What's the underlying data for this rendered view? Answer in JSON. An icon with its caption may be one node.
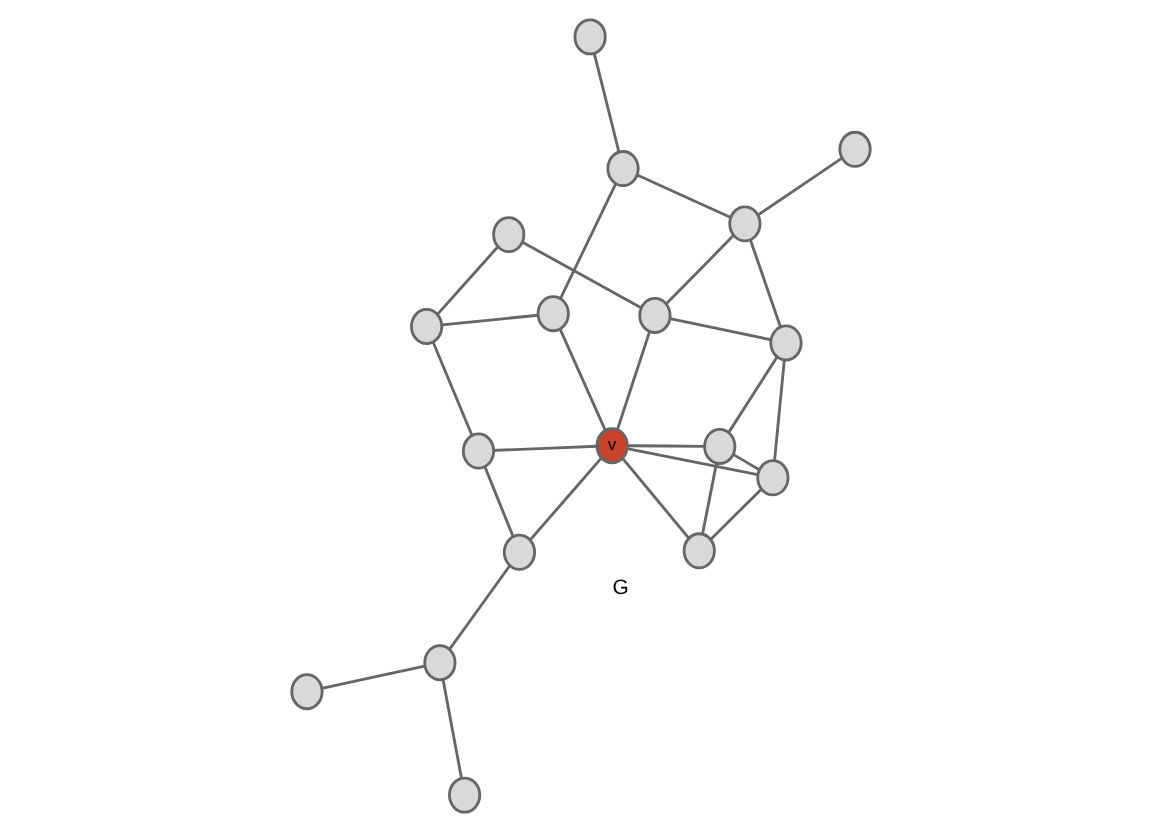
{
  "diagram": {
    "nodes": [
      {
        "text": [],
        "shape": "circle"
      },
      {
        "text": [],
        "shape": "circle"
      },
      {
        "text": [],
        "shape": "circle"
      },
      {
        "text": [],
        "shape": "circle"
      },
      {
        "text": [],
        "shape": "circle"
      },
      {
        "text": [],
        "shape": "circle"
      },
      {
        "text": [],
        "shape": "circle"
      },
      {
        "text": [],
        "shape": "circle"
      },
      {
        "text": [],
        "shape": "circle"
      },
      {
        "text": [],
        "shape": "circle"
      },
      {
        "text": [
          "v"
        ]
      },
      {
        "text": [],
        "shape": "circle"
      },
      {
        "text": [],
        "shape": "circle"
      },
      {
        "text": [],
        "shape": "circle"
      },
      {
        "text": [],
        "shape": "circle"
      },
      {
        "text": [],
        "shape": "circle"
      },
      {
        "text": [],
        "shape": "circle"
      },
      {
        "text": [],
        "shape": "circle"
      }
    ],
    "edges": [
      {
        "from": 2,
        "to": 1,
        "arrow": "none"
      },
      {
        "from": 2,
        "to": 8,
        "arrow": "none"
      },
      {
        "from": 2,
        "to": 10,
        "arrow": "none"
      },
      {
        "from": 1,
        "to": 6,
        "arrow": "none"
      },
      {
        "from": 1,
        "to": 3,
        "arrow": "none"
      },
      {
        "from": 3,
        "to": 10,
        "arrow": "none"
      },
      {
        "from": 3,
        "to": 11,
        "arrow": "none"
      },
      {
        "from": 0,
        "to": 4,
        "arrow": "none"
      },
      {
        "from": 4,
        "to": 7,
        "arrow": "none"
      },
      {
        "from": 4,
        "to": 11,
        "arrow": "none"
      },
      {
        "from": 5,
        "to": 8,
        "arrow": "none"
      },
      {
        "from": 8,
        "to": 12,
        "arrow": "none"
      },
      {
        "from": 6,
        "to": 9,
        "arrow": "none"
      },
      {
        "from": 9,
        "to": 10,
        "arrow": "none"
      },
      {
        "from": 10,
        "to": 11,
        "arrow": "none"
      },
      {
        "from": 9,
        "to": 12,
        "arrow": "none"
      },
      {
        "from": 9,
        "to": 16,
        "arrow": "none"
      },
      {
        "from": 12,
        "to": 14,
        "arrow": "none"
      },
      {
        "from": 12,
        "to": 16,
        "arrow": "none"
      },
      {
        "from": 10,
        "to": 13,
        "arrow": "none"
      },
      {
        "from": 10,
        "to": 17,
        "arrow": "none"
      },
      {
        "from": 10,
        "to": 15,
        "arrow": "none"
      },
      {
        "from": 13,
        "to": 16,
        "arrow": "none"
      },
      {
        "from": 13,
        "to": 15,
        "arrow": "none"
      },
      {
        "from": 13,
        "to": 17,
        "arrow": "none"
      },
      {
        "from": 16,
        "to": 17,
        "arrow": "none"
      },
      {
        "from": 17,
        "to": 15,
        "arrow": "none"
      }
    ],
    "labels": [
      "G"
    ]
  }
}
